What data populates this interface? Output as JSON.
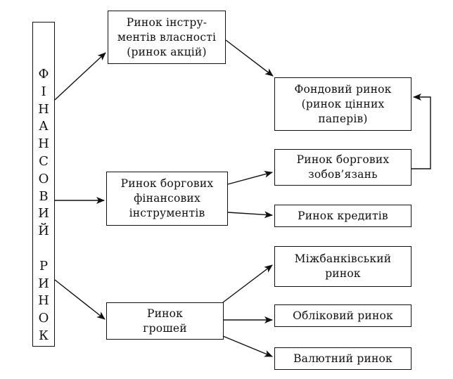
{
  "vertical_title": [
    "Ф",
    "І",
    "Н",
    "А",
    "Н",
    "С",
    "О",
    "В",
    "И",
    "Й",
    "",
    "Р",
    "И",
    "Н",
    "О",
    "К"
  ],
  "boxes": {
    "equity_market": "Ринок інстру-\nментів власності\n(ринок акцій)",
    "stock_market": "Фондовий ринок\n(ринок цінних\nпаперів)",
    "debt_obligations_market": "Ринок боргових\nзобов’язань",
    "debt_instruments_market": "Ринок боргових\nфінансових\nінструментів",
    "credit_market": "Ринок кредитів",
    "money_market": "Ринок\nгрошей",
    "interbank_market": "Міжбанківський\nринок",
    "discount_market": "Обліковий ринок",
    "currency_market": "Валютний ринок"
  }
}
